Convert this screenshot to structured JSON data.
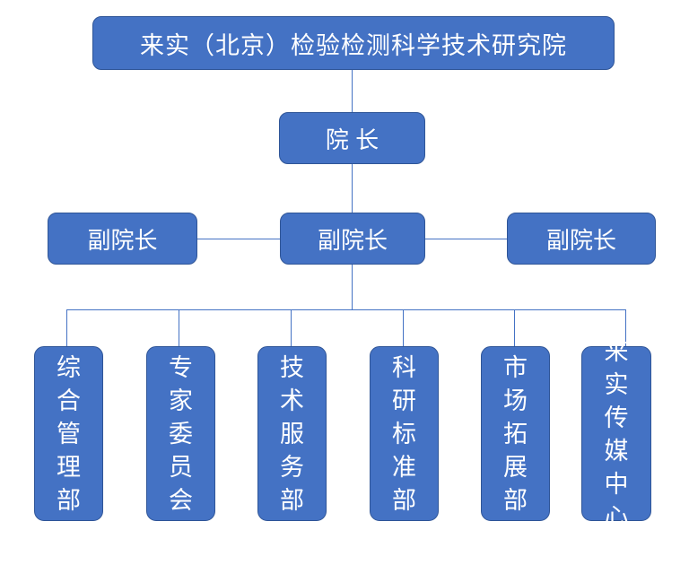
{
  "diagram": {
    "type": "organization-chart",
    "title_box": {
      "label": "来实（北京）检验检测科学技术研究院"
    },
    "colors": {
      "box_fill": "#4472C4",
      "box_border": "#2F5597",
      "text": "#FFFFFF",
      "connector": "#4472C4",
      "background": "#FFFFFF"
    },
    "levels": [
      {
        "name": "institute",
        "nodes": [
          {
            "label": "来实（北京）检验检测科学技术研究院"
          }
        ]
      },
      {
        "name": "president",
        "nodes": [
          {
            "label": "院 长"
          }
        ]
      },
      {
        "name": "vice-presidents",
        "nodes": [
          {
            "label": "副院长"
          },
          {
            "label": "副院长"
          },
          {
            "label": "副院长"
          }
        ]
      },
      {
        "name": "departments",
        "nodes": [
          {
            "label": "综合管理部",
            "chars": [
              "综",
              "合",
              "管",
              "理",
              "部"
            ]
          },
          {
            "label": "专家委员会",
            "chars": [
              "专",
              "家",
              "委",
              "员",
              "会"
            ]
          },
          {
            "label": "技术服务部",
            "chars": [
              "技",
              "术",
              "服",
              "务",
              "部"
            ]
          },
          {
            "label": "科研标准部",
            "chars": [
              "科",
              "研",
              "标",
              "准",
              "部"
            ]
          },
          {
            "label": "市场拓展部",
            "chars": [
              "市",
              "场",
              "拓",
              "展",
              "部"
            ]
          },
          {
            "label": "来实传媒中心",
            "chars": [
              "来",
              "实",
              "传",
              "媒",
              "中",
              "心"
            ]
          }
        ]
      }
    ]
  }
}
